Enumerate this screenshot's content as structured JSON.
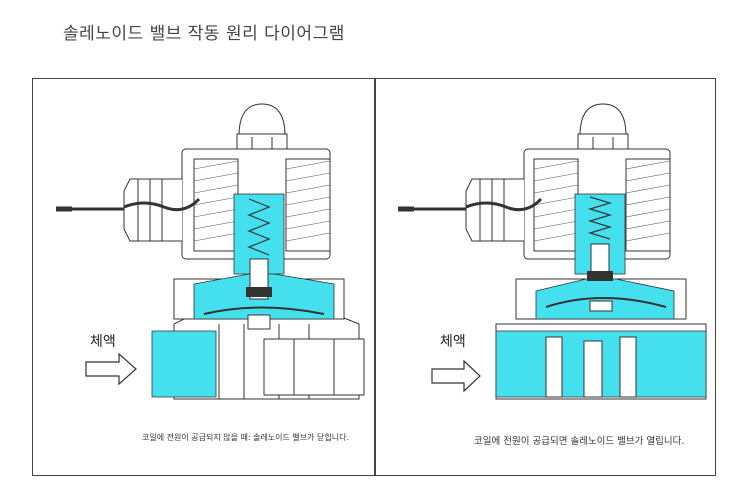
{
  "title": "솔레노이드 밸브 작동 원리 다이어그램",
  "panels": [
    {
      "state": "closed",
      "fluid_label": "체액",
      "caption": "코일에 전원이 공급되지 않을 때: 솔레노이드 밸브가 닫힙니다."
    },
    {
      "state": "open",
      "fluid_label": "체액",
      "caption": "코일에 전원이 공급되면 솔레노이드 밸브가 열립니다."
    }
  ],
  "colors": {
    "fluid": "#45e0ee",
    "line": "#333333"
  }
}
